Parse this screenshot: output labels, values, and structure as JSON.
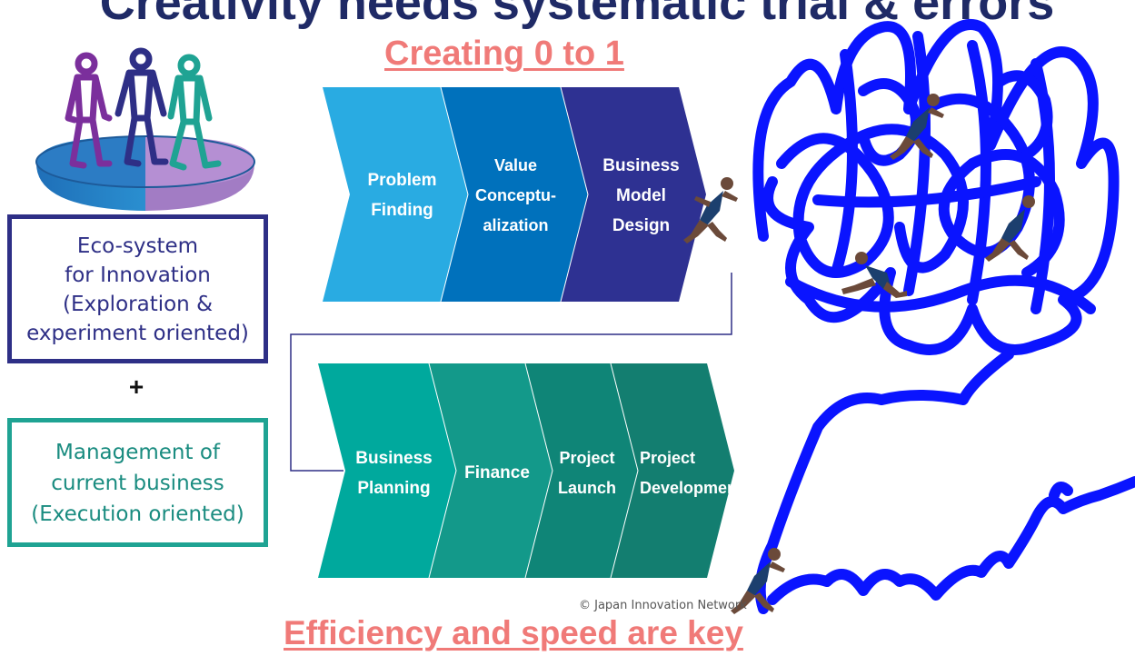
{
  "title_top": "Creativity needs systematic trial & errors",
  "top_heading": "Creating 0 to 1",
  "bottom_heading": "Efficiency and speed are key",
  "eco_box": {
    "lines": [
      "Eco-system",
      "for Innovation",
      "(Exploration &",
      "experiment oriented)"
    ]
  },
  "plus_sign": "+",
  "mgmt_box": {
    "lines": [
      "Management of",
      "current business",
      "(Execution oriented)"
    ]
  },
  "top_chevrons": [
    {
      "lines": [
        "Problem",
        "Finding"
      ],
      "color": "#29abe2"
    },
    {
      "lines": [
        "Value",
        "Conceptu-",
        "alization"
      ],
      "color": "#0071bc"
    },
    {
      "lines": [
        "Business",
        "Model",
        "Design"
      ],
      "color": "#2e3192"
    }
  ],
  "bottom_chevrons": [
    {
      "lines": [
        "Business",
        "Planning"
      ],
      "color": "#00a99d"
    },
    {
      "lines": [
        "Finance"
      ],
      "color": "#13998a"
    },
    {
      "lines": [
        "Project",
        "Launch"
      ],
      "color": "#0f8577"
    },
    {
      "lines": [
        "Project",
        "Development"
      ],
      "color": "#137e70"
    }
  ],
  "copyright": "© Japan Innovation Network",
  "colors": {
    "navy": "#2e2f86",
    "teal": "#1fa393",
    "salmon": "#f07a78",
    "scribble_blue": "#0a14ff"
  },
  "icons": [
    "people-on-disc-icon",
    "sprinter-icon"
  ]
}
